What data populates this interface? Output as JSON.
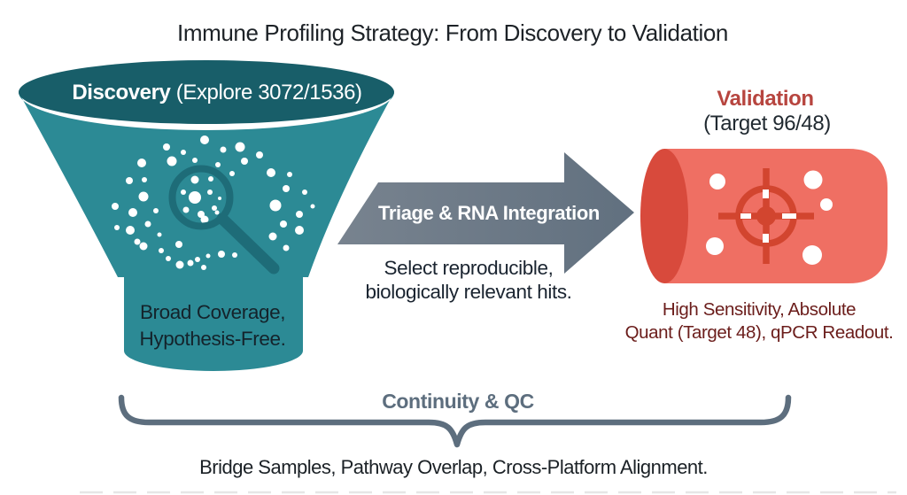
{
  "title": "Immune Profiling Strategy: From Discovery to Validation",
  "discovery": {
    "heading_bold": "Discovery",
    "heading_rest": " (Explore 3072/1536)",
    "caption_line1": "Broad Coverage,",
    "caption_line2": "Hypothesis-Free.",
    "icon": "magnifying-glass-over-dots-icon"
  },
  "triage": {
    "arrow_label": "Triage & RNA Integration",
    "caption_line1": "Select reproducible,",
    "caption_line2": "biologically relevant hits."
  },
  "validation": {
    "heading": "Validation",
    "subheading": "(Target 96/48)",
    "caption_line1": "High Sensitivity, Absolute",
    "caption_line2": "Quant (Target 48), qPCR Readout.",
    "icon": "target-crosshair-icon"
  },
  "continuity": {
    "label": "Continuity & QC",
    "caption": "Bridge Samples, Pathway Overlap, Cross-Platform Alignment."
  },
  "colors": {
    "teal": "#2C8A95",
    "teal_dark": "#185E69",
    "magnifier": "#1E6C78",
    "arrow_light": "#78838F",
    "arrow_dark": "#61707F",
    "slate": "#5D6E7E",
    "cylinder": "#EF6F63",
    "cylinder_cap": "#D84A3C",
    "crosshair": "#D2452F",
    "validation_heading": "#B7453F",
    "maroon": "#6B1D1B",
    "ink": "#1E2328"
  }
}
